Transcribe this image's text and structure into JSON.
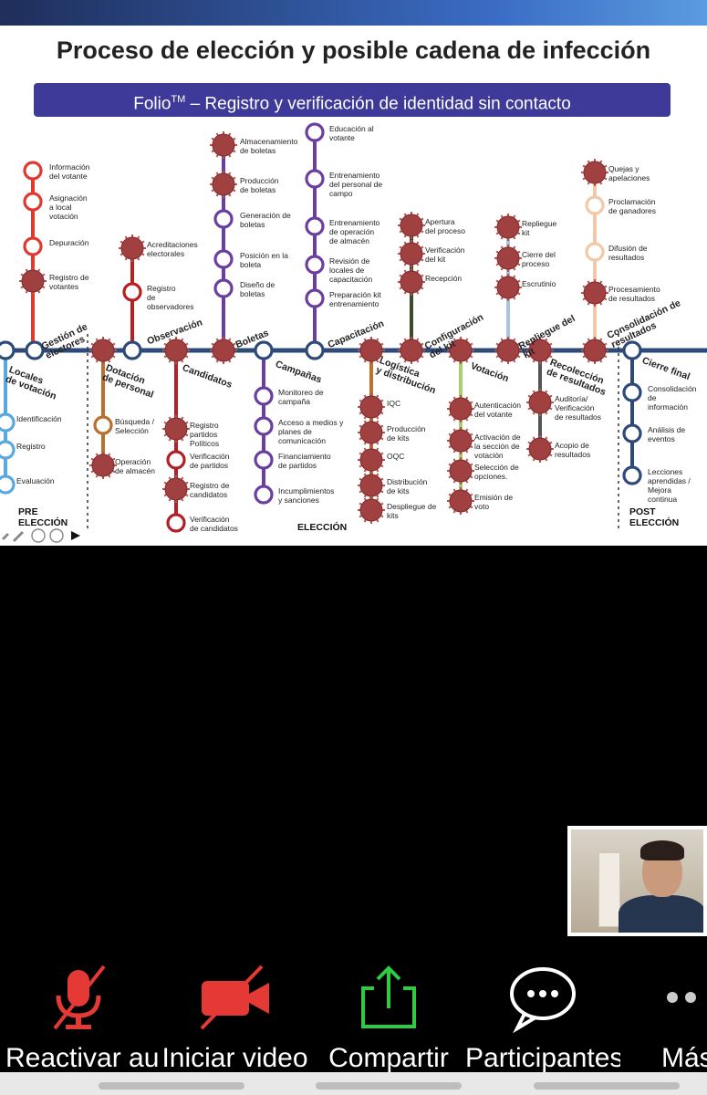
{
  "slide": {
    "title": "Proceso de elección y posible cadena de infección",
    "banner_pre": "Folio",
    "banner_sup": "TM",
    "banner_post": " – Registro y verificación de identidad sin contacto",
    "phases": {
      "pre": "PRE\nELECCIÓN",
      "main": "ELECCIÓN",
      "post": "POST\nELECCIÓN"
    },
    "main_stations": {
      "locales": "Locales\nde votación",
      "gestion": "Gestión de\nelectores",
      "dotacion": "Dotación\nde personal",
      "observacion": "Observación",
      "candidatos": "Candidatos",
      "boletas": "Boletas",
      "campanas": "Campañas",
      "capacitacion": "Capacitación",
      "logistica": "Logística\ny distribución",
      "configuracion": "Configuración\ndel kit",
      "votacion": "Votación",
      "repliegue": "Repliegue del\nkit",
      "recoleccion": "Recolección\nde resultados",
      "consolidacion": "Consolidación de\nresultados",
      "cierre": "Cierre final"
    },
    "branches": {
      "gestion": [
        "Información\ndel votante",
        "Asignación\na local\nvotación",
        "Depuración",
        "Registro de\nvotantes"
      ],
      "locales": [
        "Identificación",
        "Registro",
        "Evaluación"
      ],
      "dotacion": [
        "Búsqueda /\nSelección",
        "Operación\nde almacén"
      ],
      "observacion": [
        "Acreditaciones\nelectorales",
        "Registro\nde\nobservadores"
      ],
      "candidatos": [
        "Registro\npartidos\nPolíticos",
        "Verificación\nde partidos",
        "Registro de\ncandidatos",
        "Verificación\nde candidatos"
      ],
      "boletas": [
        "Almacenamiento\nde boletas",
        "Producción\nde boletas",
        "Generación de\nboletas",
        "Posición en la\nboleta",
        "Diseño de\nboletas"
      ],
      "campanas": [
        "Monitoreo de\ncampaña",
        "Acceso a medios y\nplanes de\ncomunicación",
        "Financiamiento\nde partidos",
        "Incumplimientos\ny sanciones"
      ],
      "capacitacion": [
        "Educación al\nvotante",
        "Entrenamiento\ndel personal de\ncampo",
        "Entrenamiento\nde operación\nde almacén",
        "Revisión de\nlocales de\ncapacitación",
        "Preparación kit\nentrenamiento"
      ],
      "logistica": [
        "IQC",
        "Producción\nde kits",
        "OQC",
        "Distribución\nde kits",
        "Despliegue de\nkits"
      ],
      "configuracion": [
        "Apertura\ndel proceso",
        "Verificación\ndel kit",
        "Recepción"
      ],
      "votacion": [
        "Autenticación\ndel votante",
        "Activación de\nla sección de\nvotación",
        "Selección de\nopciones.",
        "Emisión de\nvoto"
      ],
      "repliegue": [
        "Repliegue\nkit",
        "Cierre del\nproceso",
        "Escrutinio"
      ],
      "recoleccion": [
        "Auditoría/\nVerificación\nde resultados",
        "Acopio de\nresultados"
      ],
      "consolidacion": [
        "Quejas y\napelaciones",
        "Proclamación\nde ganadores",
        "Difusión de\nresultados",
        "Procesamiento\nde resultados"
      ],
      "cierre": [
        "Consolidación\nde\ninformación",
        "Análisis de\neventos",
        "Lecciones\naprendidas /\nMejora\ncontinua"
      ]
    },
    "colors": {
      "main_line": "#2d4a7a",
      "gestion": "#e03a2f",
      "locales": "#5aa8e0",
      "dotacion": "#b8702e",
      "observacion": "#b82020",
      "candidatos": "#b02028",
      "boletas": "#6b3fa0",
      "campanas": "#6b3fa0",
      "capacitacion": "#6b3fa0",
      "logistica": "#c0702a",
      "configuracion": "#3d4a2a",
      "votacion": "#a8d070",
      "repliegue": "#a8c4e0",
      "recoleccion": "#555555",
      "consolidacion": "#f2c9a8",
      "cierre": "#2d4a7a",
      "virus": "#a04040"
    }
  },
  "toolbar": {
    "mute_label": "Reactivar au",
    "video_label": "Iniciar video",
    "share_label": "Compartir",
    "participants_label": "Participantes",
    "more_label": "Más"
  }
}
